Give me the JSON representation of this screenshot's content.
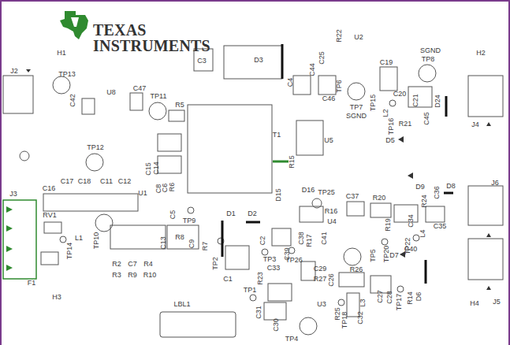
{
  "diagram": {
    "labels": [
      "TEXAS",
      "INSTRUMENTS",
      "H1",
      "D3",
      "U2",
      "R22",
      "SGND",
      "TP8",
      "H2",
      "J2",
      "TP13",
      "C3",
      "C44",
      "C25",
      "C19",
      "C4",
      "U8",
      "C47",
      "TP11",
      "C42",
      "R5",
      "C46",
      "TP6",
      "TP7",
      "SGND",
      "TP15",
      "C20",
      "L2",
      "C21",
      "C45",
      "D24",
      "J4",
      "R21",
      "TP16",
      "T1",
      "U5",
      "D5",
      "TP12",
      "C15",
      "C14",
      "R15",
      "D15",
      "D16",
      "TP25",
      "D9",
      "D8",
      "J6",
      "C36",
      "R24",
      "C16",
      "C17",
      "C18",
      "C11",
      "C12",
      "J3",
      "U1",
      "C8",
      "C6",
      "R6",
      "C37",
      "R20",
      "R16",
      "U4",
      "RV1",
      "C5",
      "TP9",
      "D1",
      "D2",
      "C35",
      "L4",
      "R19",
      "C34",
      "C38",
      "R17",
      "C41",
      "C39",
      "C2",
      "L1",
      "TP14",
      "TP10",
      "C13",
      "R8",
      "C9",
      "R7",
      "TP20",
      "D7",
      "TP22",
      "TP5",
      "C40",
      "R2",
      "C7",
      "R4",
      "R3",
      "R9",
      "R10",
      "TP2",
      "TP3",
      "TP26",
      "C29",
      "R27",
      "C33",
      "C26",
      "R26",
      "F1",
      "H3",
      "C1",
      "D6",
      "H4",
      "J5",
      "TP1",
      "R23",
      "C27",
      "C28",
      "TP17",
      "R14",
      "L3",
      "U3",
      "C32",
      "R25",
      "TP18",
      "LBL1",
      "C31",
      "C30",
      "TP4"
    ]
  }
}
